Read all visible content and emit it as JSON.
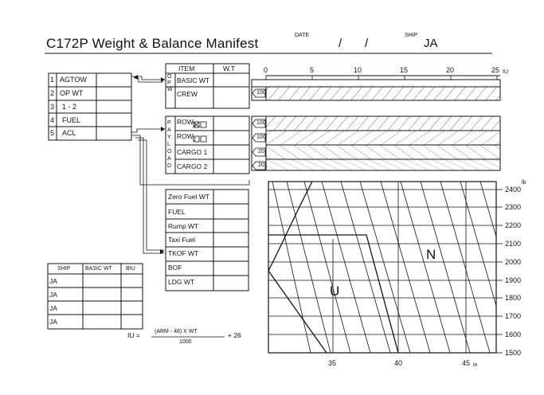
{
  "header": {
    "title": "C172P Weight & Balance Manifest",
    "date_label": "DATE",
    "date_separators": [
      "/",
      "/"
    ],
    "ship_label": "SHIP",
    "ship_value": "JA"
  },
  "summary_table": {
    "rows": [
      {
        "num": "1",
        "label": "AGTOW"
      },
      {
        "num": "2",
        "label": "OP WT"
      },
      {
        "num": "3",
        "label": "1 - 2"
      },
      {
        "num": "4",
        "label": "FUEL"
      },
      {
        "num": "5",
        "label": "ACL"
      }
    ]
  },
  "item_table": {
    "col_item": "ITEM",
    "col_wt": "W.T",
    "group_op": "O P W",
    "group_payload": "P A Y L O A D",
    "op_rows": [
      "BASIC WT",
      "CREW"
    ],
    "payload_rows": [
      "ROW1",
      "ROW2",
      "CARGO 1",
      "CARGO 2"
    ],
    "row1_label": "ROW",
    "row1_sub": "1",
    "row2_label": "ROW",
    "row2_sub": "2"
  },
  "index_scale": {
    "ticks": [
      "0",
      "5",
      "10",
      "15",
      "20",
      "25"
    ],
    "unit": "IU"
  },
  "badges": {
    "crew": "100",
    "row1": "100",
    "row2": "100",
    "cargo1": "20",
    "cargo2": "20"
  },
  "weight_table": {
    "rows": [
      "Zero Fuel WT",
      "FUEL",
      "Rump WT",
      "Taxi Fuel",
      "TKOF WT",
      "BOF",
      "LDG WT"
    ]
  },
  "ship_table": {
    "headers": [
      "SHIP",
      "BASIC WT",
      "BIU"
    ],
    "rows": [
      "JA",
      "JA",
      "JA",
      "JA"
    ]
  },
  "formula": {
    "lhs": "IU =",
    "numerator": "(ARM - 48) X WT",
    "denominator": "1000",
    "suffix": "+ 26"
  },
  "envelope_chart": {
    "y_unit": "lb",
    "y_ticks": [
      "2400",
      "2300",
      "2200",
      "2100",
      "2000",
      "1900",
      "1800",
      "1700",
      "1600",
      "1500"
    ],
    "x_ticks": [
      "35",
      "40",
      "45"
    ],
    "x_unit": "in",
    "region_n": "N",
    "region_u": "U"
  }
}
